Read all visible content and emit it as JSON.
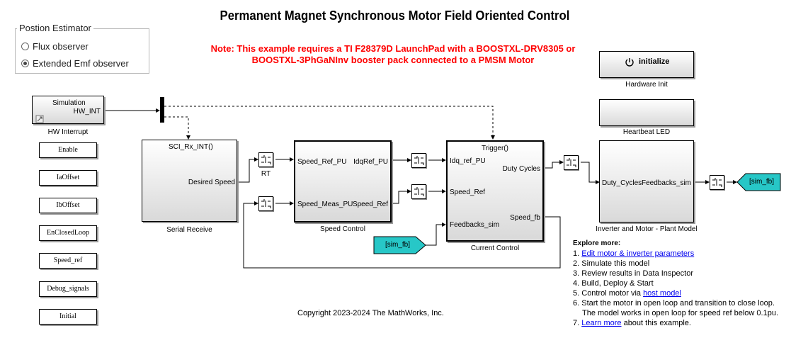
{
  "title": "Permanent Magnet Synchronous Motor Field Oriented Control",
  "note": {
    "line1": "Note: This example requires a TI F28379D LaunchPad with a BOOSTXL-DRV8305 or",
    "line2": "BOOSTXL-3PhGaNInv booster pack connected to a PMSM Motor"
  },
  "estimator": {
    "title": "Postion Estimator",
    "options": [
      "Flux observer",
      "Extended Emf observer"
    ],
    "selected": "Extended Emf observer"
  },
  "hw_interrupt": {
    "label_top": "Simulation",
    "port": "HW_INT",
    "caption": "HW Interrupt"
  },
  "buttons": [
    "Enable",
    "IaOffset",
    "IbOffset",
    "EnClosedLoop",
    "Speed_ref",
    "Debug_signals",
    "Initial"
  ],
  "serial_receive": {
    "trigger": "SCI_Rx_INT()",
    "out": "Desired Speed",
    "caption": "Serial Receive"
  },
  "rt_label": "RT",
  "speed_control": {
    "in1": "Speed_Ref_PU",
    "in2": "Speed_Meas_PU",
    "out1": "IdqRef_PU",
    "out2": "Speed_Ref",
    "caption": "Speed Control"
  },
  "current_control": {
    "trigger": "Trigger()",
    "in1": "Idq_ref_PU",
    "in2": "Speed_Ref",
    "in3": "Feedbacks_sim",
    "out1": "Duty Cycles",
    "out2": "Speed_fb",
    "caption": "Current Control"
  },
  "hardware_init": {
    "button": "initialize",
    "caption": "Hardware Init"
  },
  "heartbeat": {
    "caption": "Heartbeat LED"
  },
  "plant": {
    "in": "Duty_Cycles",
    "out": "Feedbacks_sim",
    "caption": "Inverter and Motor - Plant Model"
  },
  "tags": {
    "goto": "[sim_fb]",
    "from": "[sim_fb]"
  },
  "explore": {
    "heading": "Explore more:",
    "items": [
      {
        "num": "1.",
        "link": "Edit motor & inverter parameters",
        "pre": "",
        "post": ""
      },
      {
        "num": "2.",
        "pre": "Simulate this model",
        "link": "",
        "post": ""
      },
      {
        "num": "3.",
        "pre": "Review results in Data Inspector",
        "link": "",
        "post": ""
      },
      {
        "num": "4.",
        "pre": "Build, Deploy & Start",
        "link": "",
        "post": ""
      },
      {
        "num": "5.",
        "pre": "Control motor via ",
        "link": "host model",
        "post": ""
      },
      {
        "num": "6.",
        "pre": "Start the motor in open loop and transition to close loop.",
        "link": "",
        "post": ""
      },
      {
        "num": "",
        "pre": "The model works in open loop for speed ref below 0.1pu.",
        "link": "",
        "post": ""
      },
      {
        "num": "7.",
        "pre": "",
        "link": "Learn more",
        "post": " about this example."
      }
    ]
  },
  "copyright": "Copyright 2023-2024 The MathWorks, Inc.",
  "colors": {
    "note": "#ff0000",
    "tag": "#27c7c7",
    "link": "#0000ee"
  }
}
